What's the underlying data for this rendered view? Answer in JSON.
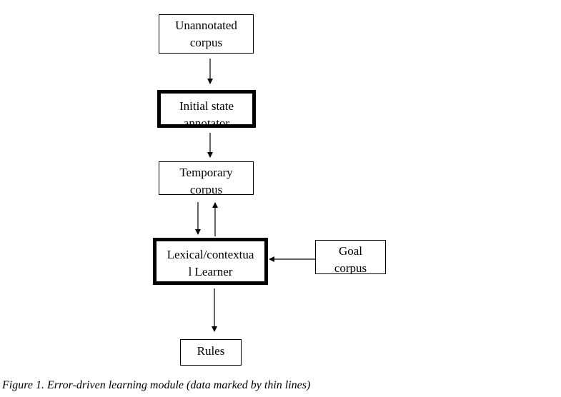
{
  "nodes": {
    "unannotated_corpus": {
      "lines": [
        "Unannotated",
        "corpus"
      ]
    },
    "initial_state_annotator": {
      "lines": [
        "Initial state",
        "annotator"
      ]
    },
    "temporary_corpus": {
      "lines": [
        "Temporary",
        "corpus"
      ]
    },
    "learner": {
      "lines": [
        "Lexical/contextua",
        "l Learner"
      ]
    },
    "goal_corpus": {
      "lines": [
        "Goal",
        "corpus"
      ]
    },
    "rules": {
      "lines": [
        "Rules"
      ]
    }
  },
  "caption": "Figure 1. Error-driven learning module (data marked by thin lines)"
}
